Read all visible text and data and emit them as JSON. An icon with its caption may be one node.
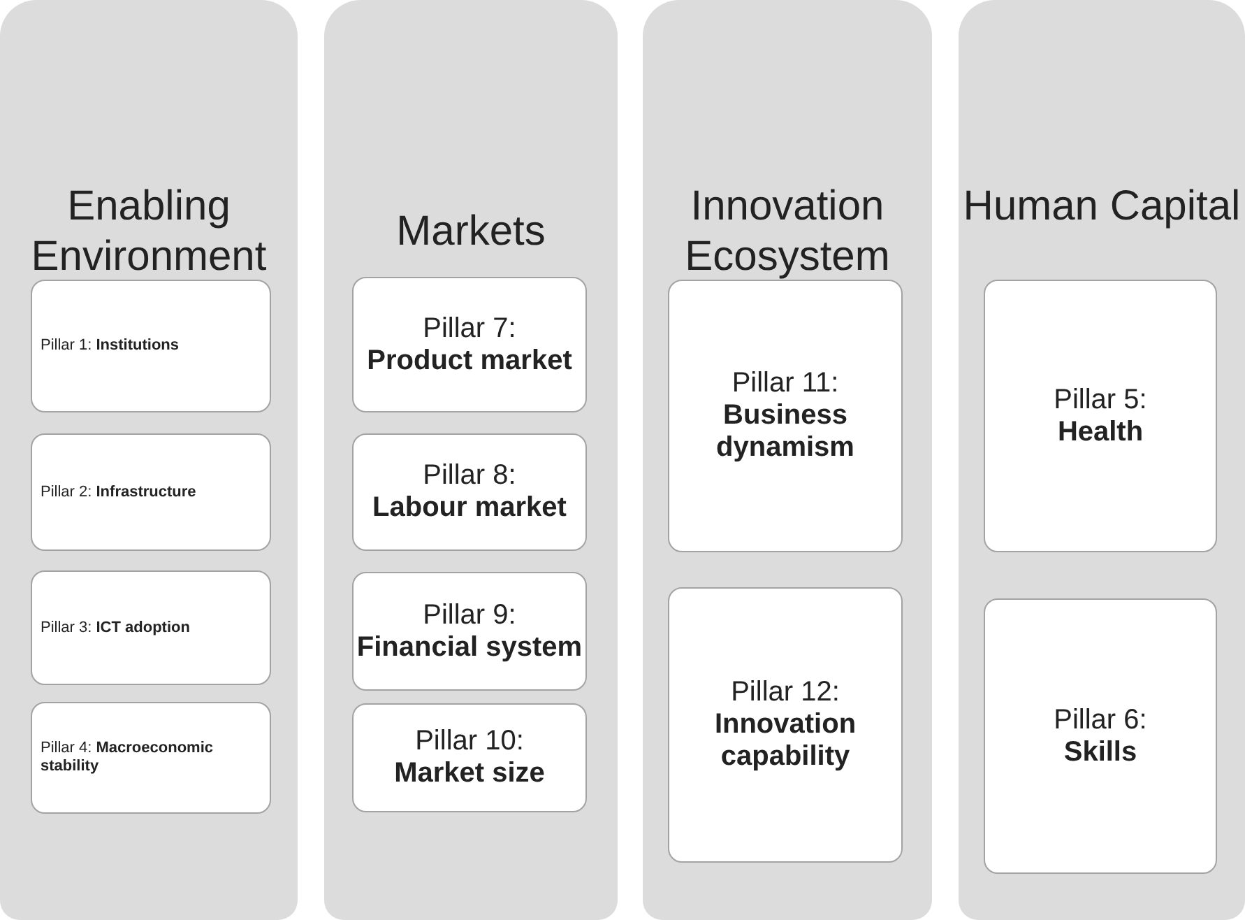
{
  "diagram": {
    "nodes": [
      {
        "text": [
          "Enabling Environment"
        ]
      },
      {
        "text": [
          "Pillar 1: **Institutions**"
        ],
        "in": 0
      },
      {
        "text": [
          "Pillar 2: **Infrastructure**"
        ],
        "in": 0
      },
      {
        "text": [
          "Pillar 3: **ICT adoption**"
        ],
        "in": 0
      },
      {
        "text": [
          "Pillar 4: **Macroeconomic stability**"
        ],
        "in": 0
      },
      {
        "text": [
          "Markets"
        ]
      },
      {
        "text": [
          "Pillar 7: **Product market**"
        ],
        "in": 5
      },
      {
        "text": [
          "Pillar 8: **Labour market**"
        ],
        "in": 5
      },
      {
        "text": [
          "Pillar 9: **Financial system**"
        ],
        "in": 5
      },
      {
        "text": [
          "Pillar 10: **Market size**"
        ],
        "in": 5
      },
      {
        "text": [
          "Innovation Ecosystem"
        ]
      },
      {
        "text": [
          "Pillar 11: **Business dynamism**"
        ],
        "in": 10
      },
      {
        "text": [
          "Pillar 12: **Innovation capability**"
        ],
        "in": 10
      },
      {
        "text": [
          "Human Capital"
        ]
      },
      {
        "text": [
          "Pillar 5: **Health**"
        ],
        "in": 13
      },
      {
        "text": [
          "Pillar 6: **Skills**"
        ],
        "in": 13
      }
    ]
  }
}
